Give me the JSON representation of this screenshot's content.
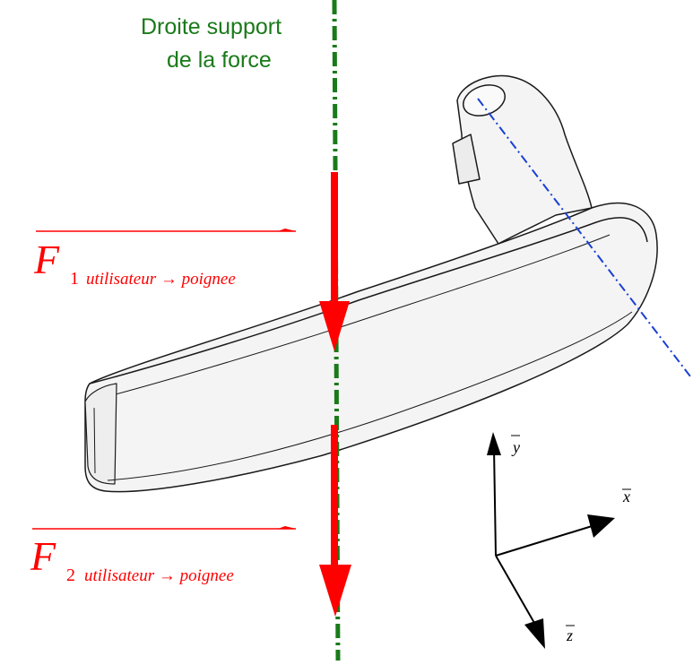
{
  "support_line_label": {
    "line1": "Droite support",
    "line2": "de la force"
  },
  "force1": {
    "symbol": "F",
    "index": "1",
    "subscript": "utilisateur → poignee"
  },
  "force2": {
    "symbol": "F",
    "index": "2",
    "subscript": "utilisateur → poignee"
  },
  "axes": {
    "x": "x",
    "y": "y",
    "z": "z"
  },
  "colors": {
    "support_line": "#1a7a1a",
    "force": "#ff0000",
    "axis_dash": "#1a3fd6",
    "outline": "#1a1a1a",
    "body_fill": "#f4f4f4"
  }
}
